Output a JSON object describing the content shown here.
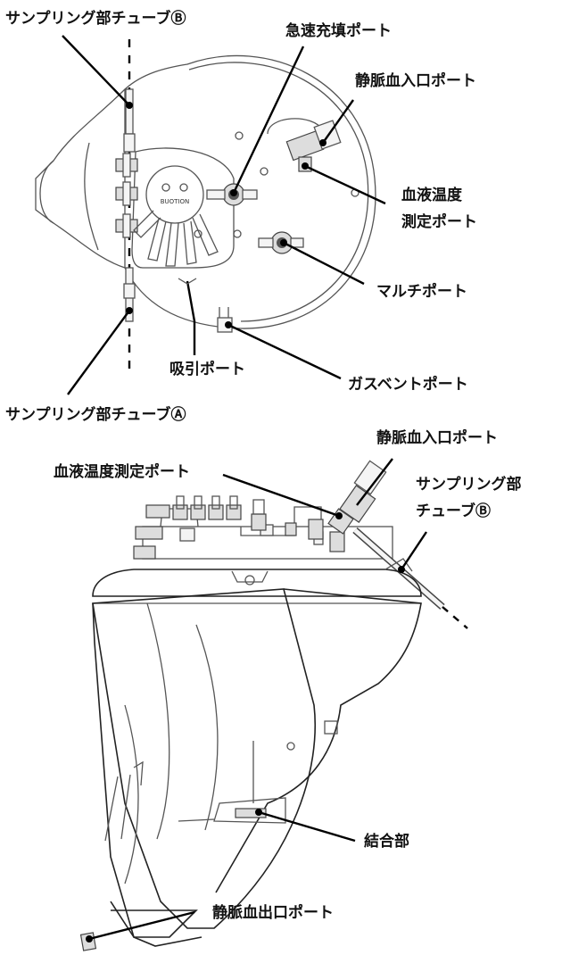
{
  "top_view": {
    "labels": {
      "sampling_tube_b": "サンプリング部チューブⒷ",
      "rapid_fill_port": "急速充填ポート",
      "venous_inlet_port": "静脈血入口ポート",
      "blood_temp_port_line1": "血液温度",
      "blood_temp_port_line2": "測定ポート",
      "multi_port": "マルチポート",
      "suction_port": "吸引ポート",
      "gas_vent_port": "ガスベントポート",
      "sampling_tube_a": "サンプリング部チューブⒶ"
    },
    "hub_logo": "BUOTION"
  },
  "side_view": {
    "labels": {
      "venous_inlet_port": "静脈血入口ポート",
      "blood_temp_port": "血液温度測定ポート",
      "sampling_tube_b_line1": "サンプリング部",
      "sampling_tube_b_line2": "チューブⒷ",
      "coupling": "結合部",
      "venous_outlet_port": "静脈血出口ポート"
    }
  }
}
